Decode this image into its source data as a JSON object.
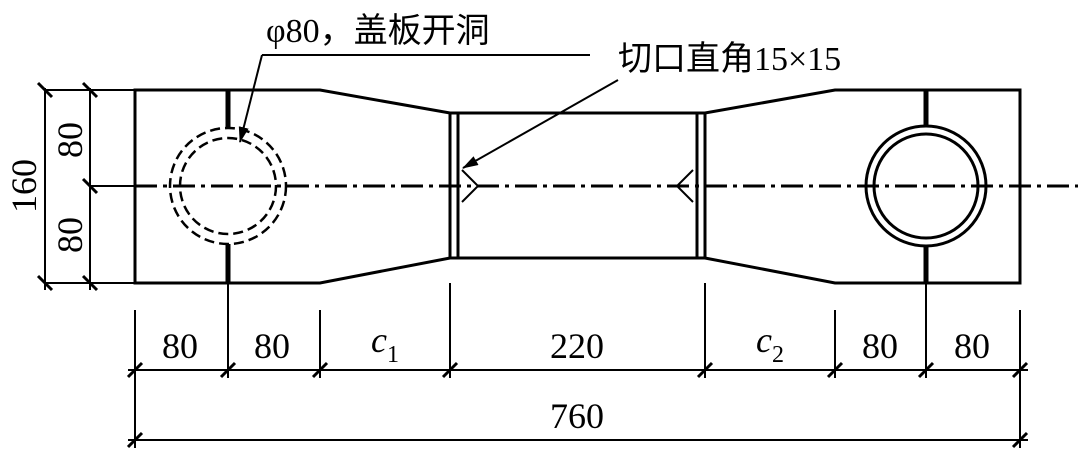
{
  "annotations": {
    "hole_note": "φ80，盖板开洞",
    "corner_note": "切口直角15×15"
  },
  "dimensions": {
    "height_total": "160",
    "height_top": "80",
    "height_bottom": "80",
    "seg_1": "80",
    "seg_2": "80",
    "seg_c1": "c",
    "seg_c1_sub": "1",
    "seg_mid": "220",
    "seg_c2": "c",
    "seg_c2_sub": "2",
    "seg_6": "80",
    "seg_7": "80",
    "total_length": "760"
  }
}
